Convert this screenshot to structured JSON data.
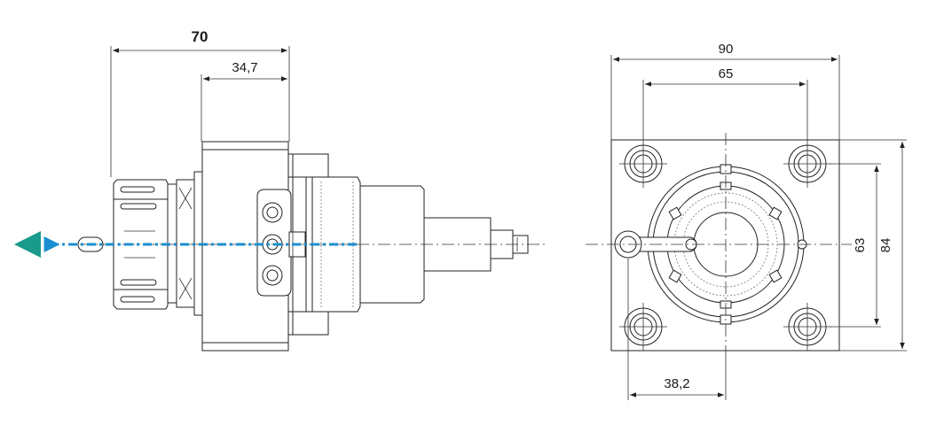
{
  "dimensions": {
    "side_overall_length": "70",
    "side_collet_length": "34,7",
    "front_width": "90",
    "front_bolt_spacing_x": "65",
    "front_bolt_spacing_y": "63",
    "front_height": "84",
    "front_coolant_offset": "38,2"
  },
  "colors": {
    "coolant_arrow": "#1a8fd0",
    "direction_arrow": "#1a9a8a",
    "line": "#222222"
  },
  "icons": {
    "direction": "triangle-left-icon",
    "coolant_flow": "dashed-arrow-icon"
  }
}
